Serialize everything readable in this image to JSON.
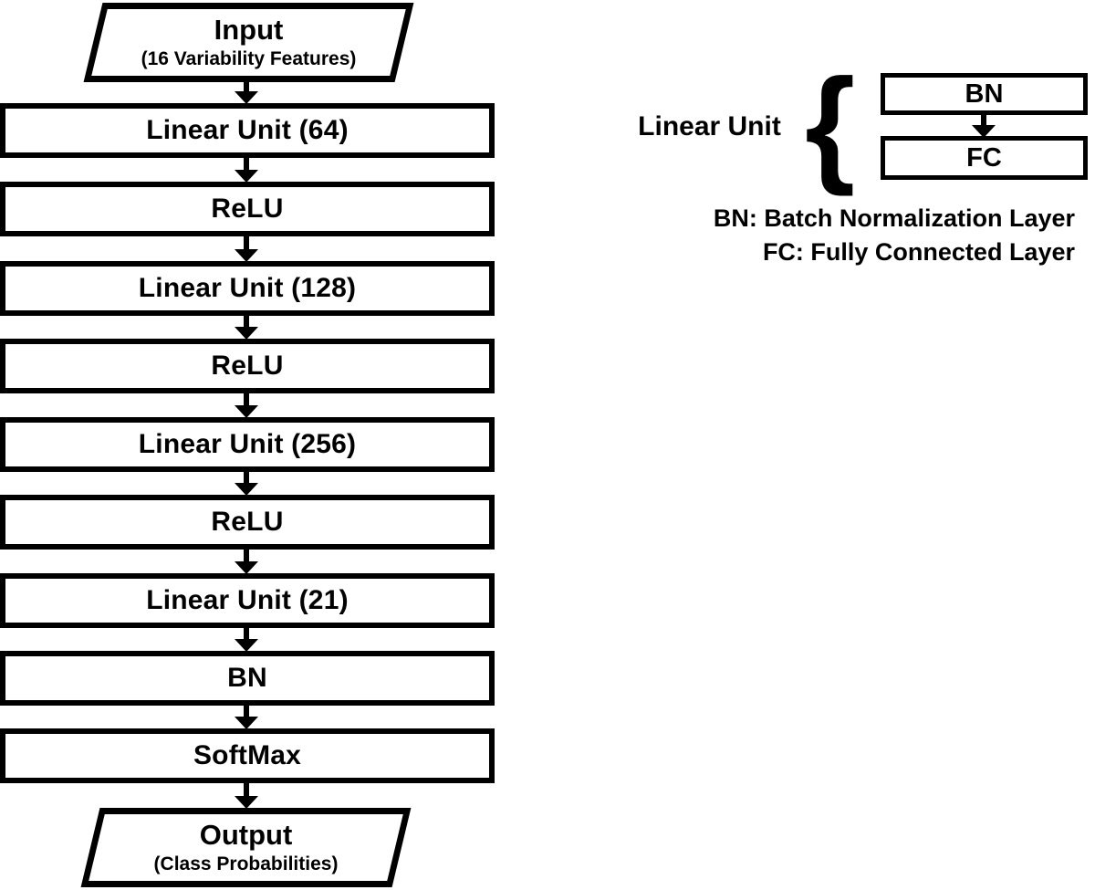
{
  "page": {
    "background_color": "#ffffff",
    "ink_color": "#000000"
  },
  "flowchart": {
    "input": {
      "label": "Input",
      "sublabel": "(16 Variability Features)"
    },
    "boxes": [
      {
        "label": "Linear Unit (64)"
      },
      {
        "label": "ReLU"
      },
      {
        "label": "Linear Unit (128)"
      },
      {
        "label": "ReLU"
      },
      {
        "label": "Linear Unit (256)"
      },
      {
        "label": "ReLU"
      },
      {
        "label": "Linear Unit (21)"
      },
      {
        "label": "BN"
      },
      {
        "label": "SoftMax"
      }
    ],
    "output": {
      "label": "Output",
      "sublabel": "(Class Probabilities)"
    }
  },
  "legend": {
    "group_label": "Linear Unit",
    "brace": "{",
    "boxes": [
      {
        "label": "BN"
      },
      {
        "label": "FC"
      }
    ],
    "notes": [
      "BN: Batch Normalization Layer",
      "FC: Fully Connected Layer"
    ]
  }
}
